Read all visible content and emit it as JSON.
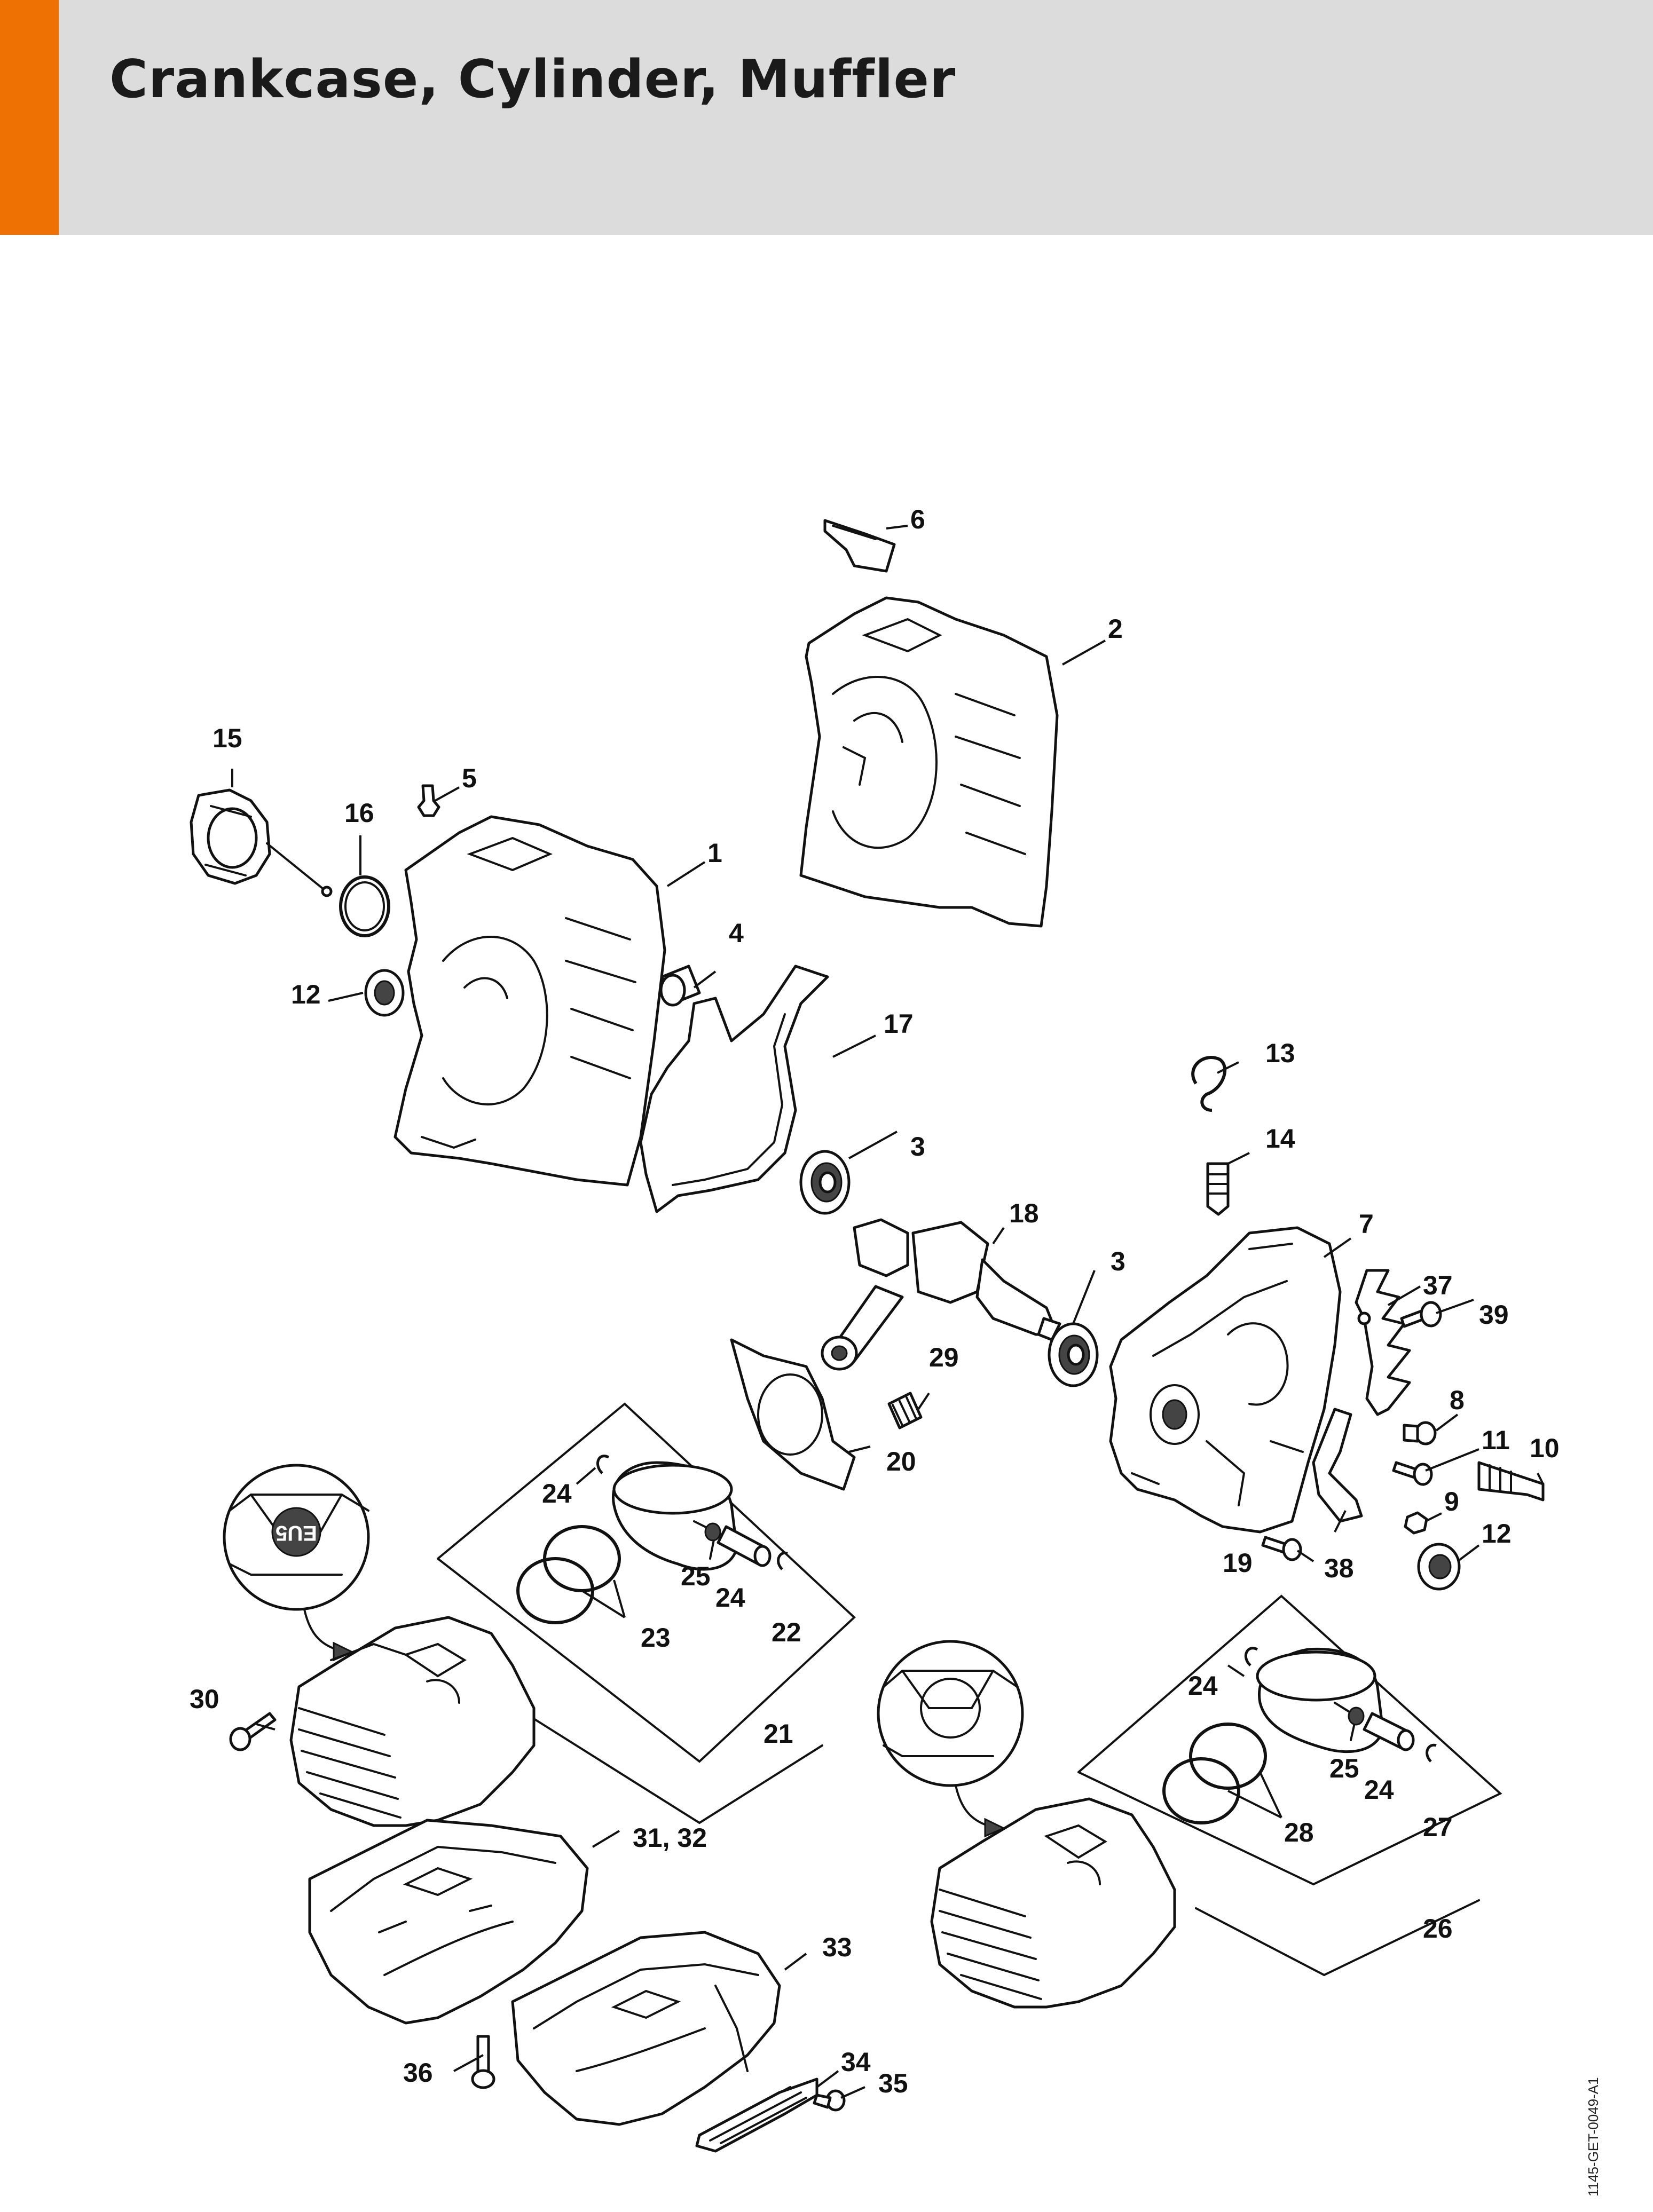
{
  "header": {
    "title": "Crankcase, Cylinder, Muffler",
    "accent_color": "#ee7203",
    "background_color": "#dcdcdc"
  },
  "diagram": {
    "callouts": {
      "c1": "1",
      "c2": "2",
      "c3a": "3",
      "c3b": "3",
      "c4": "4",
      "c5": "5",
      "c6": "6",
      "c7": "7",
      "c8": "8",
      "c9": "9",
      "c10": "10",
      "c11": "11",
      "c12a": "12",
      "c12b": "12",
      "c13": "13",
      "c14": "14",
      "c15": "15",
      "c16": "16",
      "c17": "17",
      "c18": "18",
      "c19": "19",
      "c20": "20",
      "c21": "21",
      "c22": "22",
      "c23": "23",
      "c24a": "24",
      "c24b": "24",
      "c24c": "24",
      "c24d": "24",
      "c25a": "25",
      "c25b": "25",
      "c26": "26",
      "c27": "27",
      "c28": "28",
      "c29": "29",
      "c30": "30",
      "c3132": "31, 32",
      "c33": "33",
      "c34": "34",
      "c35": "35",
      "c36": "36",
      "c37": "37",
      "c38": "38",
      "c39": "39"
    },
    "detail_marking": "EU5",
    "reference_code": "1145-GET-0049-A1"
  }
}
